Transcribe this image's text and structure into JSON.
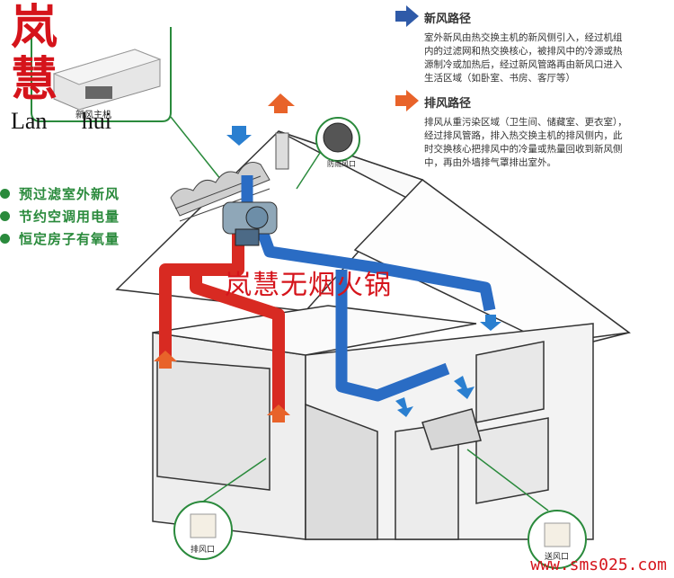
{
  "brand": {
    "cn": "岚 慧",
    "en_left": "Lan",
    "en_right": "hui"
  },
  "unit_label": "新风主机",
  "fresh_route": {
    "title": "新风路径",
    "lines": [
      "室外新风由热交换主机的新风侧引入，经过机组",
      "内的过滤网和热交换核心，被排风中的冷源或热",
      "源制冷或加热后，经过新风管路再由新风口进入",
      "生活区域（如卧室、书房、客厅等）"
    ],
    "color": "#2f5aa8"
  },
  "exhaust_route": {
    "title": "排风路径",
    "lines": [
      "排风从重污染区域（卫生间、储藏室、更衣室），",
      "经过排风管路，排入热交换主机的排风侧内，此",
      "时交换核心把排风中的冷量或热量回收到新风侧",
      "中，再由外墙排气罩排出室外。"
    ],
    "color": "#e8632a"
  },
  "benefits": [
    "预过滤室外新风",
    "节约空调用电量",
    "恒定房子有氧量"
  ],
  "rain_cap_label": "防雨风口",
  "exhaust_outlet_label": "排风口",
  "fresh_outlet_label": "送风口",
  "watermark": "岚慧无烟火锅",
  "site": "www.sms025.com",
  "colors": {
    "brand_red": "#d5141b",
    "green": "#2a8a3c",
    "fresh_blue": "#2a6cc4",
    "exhaust_red": "#d82a22"
  }
}
